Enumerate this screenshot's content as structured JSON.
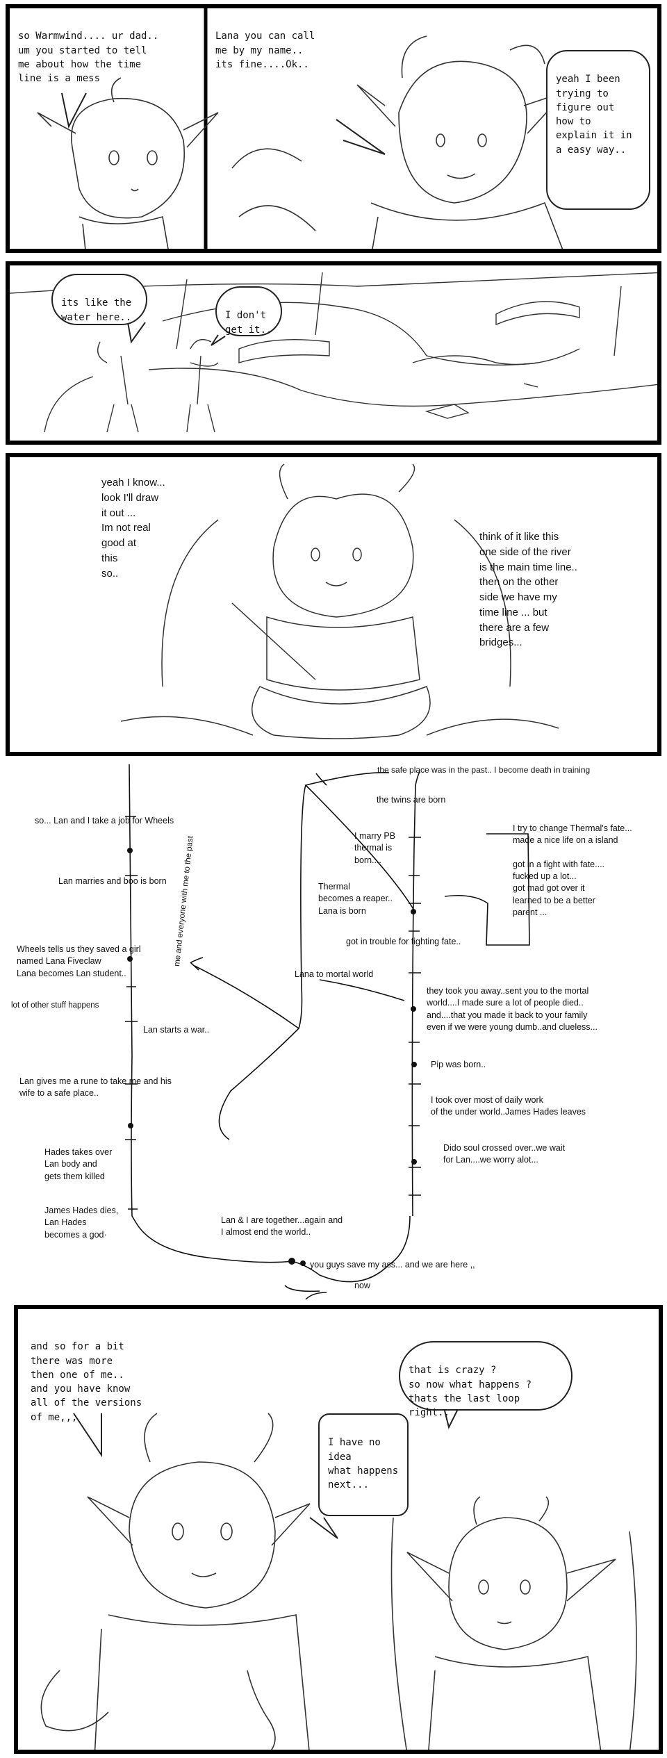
{
  "panel1": {
    "lana_speech": "so Warmwind.... ur dad..\num you started to tell\nme about how the time\nline is a mess",
    "dad_speech_a": "Lana you can call\nme by my name..\nits fine....Ok..",
    "dad_speech_b": "yeah I been\ntrying to\nfigure out\nhow to\nexplain it in\na easy way.."
  },
  "panel2": {
    "dad_speech": "its like the\nwater here..",
    "lana_speech": "I don't\nget it.."
  },
  "panel3": {
    "left_text": "yeah I know...\nlook I'll draw\nit out ...\nIm not real\ngood at\nthis\nso..",
    "right_text": "think of it like this\none side of the river\nis the main time line..\nthen on the other\nside we have my\ntime line ... but\nthere are a few\nbridges..."
  },
  "timeline": {
    "left": [
      "so... Lan and I take a job for Wheels",
      "Lan marries and boo is born",
      "Wheels tells us they saved a girl\nnamed Lana Fiveclaw\nLana becomes Lan student..",
      "lot of other stuff happens",
      "Lan starts a war..",
      "Lan gives me a rune to take me and his\nwife to a safe place..",
      "Hades takes over\nLan body and\ngets them killed",
      "James Hades dies,\nLan Hades\nbecomes a god·"
    ],
    "vertical_label": "me and everyone with me to the past",
    "middle": [
      "the safe place was in the past.. I become death in training",
      "the twins are born",
      "I marry PB\nthermal is\nborn....",
      "Thermal\nbecomes a reaper..\nLana is born",
      "got in trouble for fighting fate..",
      "Lana to mortal world",
      "they took you away..sent you to the mortal\nworld....I made sure a lot of people died..\nand....that you made it back to your family\neven if we were young dumb..and clueless...",
      "Pip was born..",
      "I took over most of daily work\nof the under world..James Hades leaves",
      "Dido soul crossed over..we wait\nfor Lan....we worry alot...",
      "Lan & I are  together...again and\nI almost end the world..",
      "you guys save my ass... and we are here ,,",
      "now"
    ],
    "bracket": "I try to change Thermal's fate...\nmade a nice life on a island\n\ngot in a fight with fate....\nfucked up a lot...\ngot mad got over it\nlearned to be a better\nparent ..."
  },
  "panel5": {
    "dad_speech_a": "and so for a bit\nthere was more\nthen one of me..\nand you have know\nall of the versions\nof me,,,",
    "lana_speech": "that is crazy ?\nso now what happens ?\nthats the last loop right..",
    "dad_speech_b": "I have no idea\nwhat happens\nnext..."
  }
}
